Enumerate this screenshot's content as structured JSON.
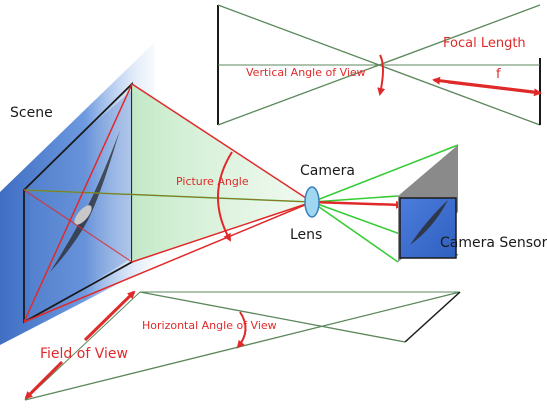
{
  "labels": {
    "focal_length": "Focal Length",
    "f": "f",
    "vertical_angle": "Vertical Angle of View",
    "scene": "Scene",
    "picture_angle": "Picture Angle",
    "camera": "Camera",
    "lens": "Lens",
    "camera_sensor": "Camera Sensor",
    "horizontal_angle": "Horizontal Angle of View",
    "field_of_view": "Field of View"
  },
  "colors": {
    "accent_red": "#e02a2a",
    "ray_green": "#33cc33",
    "outline_green": "#4a7a4a",
    "scene_blue": "#4a78c8",
    "sensor_blue": "#3d6fd1",
    "lens_cyan": "#9fd6f0"
  }
}
